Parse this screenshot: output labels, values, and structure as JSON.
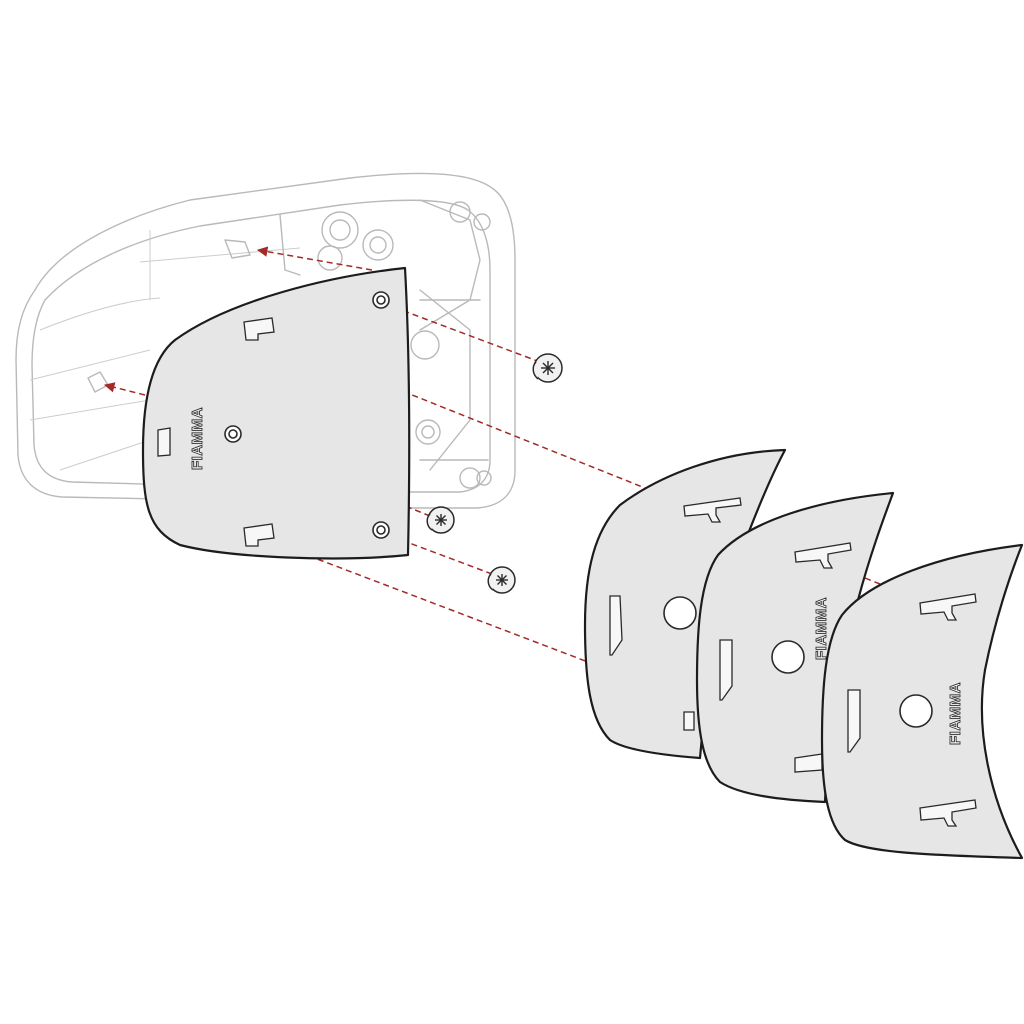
{
  "brand_text": "FIAMMA",
  "colors": {
    "arrow": "#a42a28",
    "outline": "#1c1c1c",
    "plate_fill": "#e6e6e6",
    "ghost_outline": "#b9b9b9",
    "background": "#ffffff"
  },
  "icons": {
    "screw": "phillips-screw-icon",
    "arrow_head": "triangle-arrowhead-icon"
  },
  "parts": {
    "housing": "ghost-outline",
    "cover_plate": "mounted",
    "screw_count": 3,
    "replacement_plate_count": 3
  }
}
